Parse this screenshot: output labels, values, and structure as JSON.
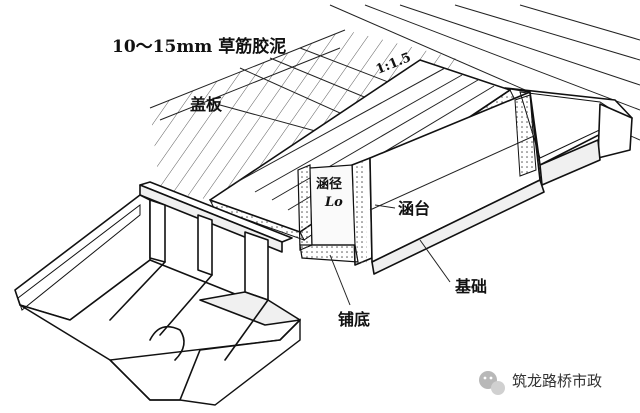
{
  "labels": {
    "grass_mortar": "10～15mm 草筋胶泥",
    "slope": "1:1.5",
    "cover_plate": "盖板",
    "culvert_dim_1": "涵径",
    "culvert_dim_2": "Lo",
    "abutment": "涵台",
    "foundation": "基础",
    "paving": "铺底"
  },
  "watermark": {
    "text": "筑龙路桥市政",
    "icon": "wechat-icon"
  },
  "colors": {
    "line": "#111111",
    "background": "#ffffff"
  }
}
